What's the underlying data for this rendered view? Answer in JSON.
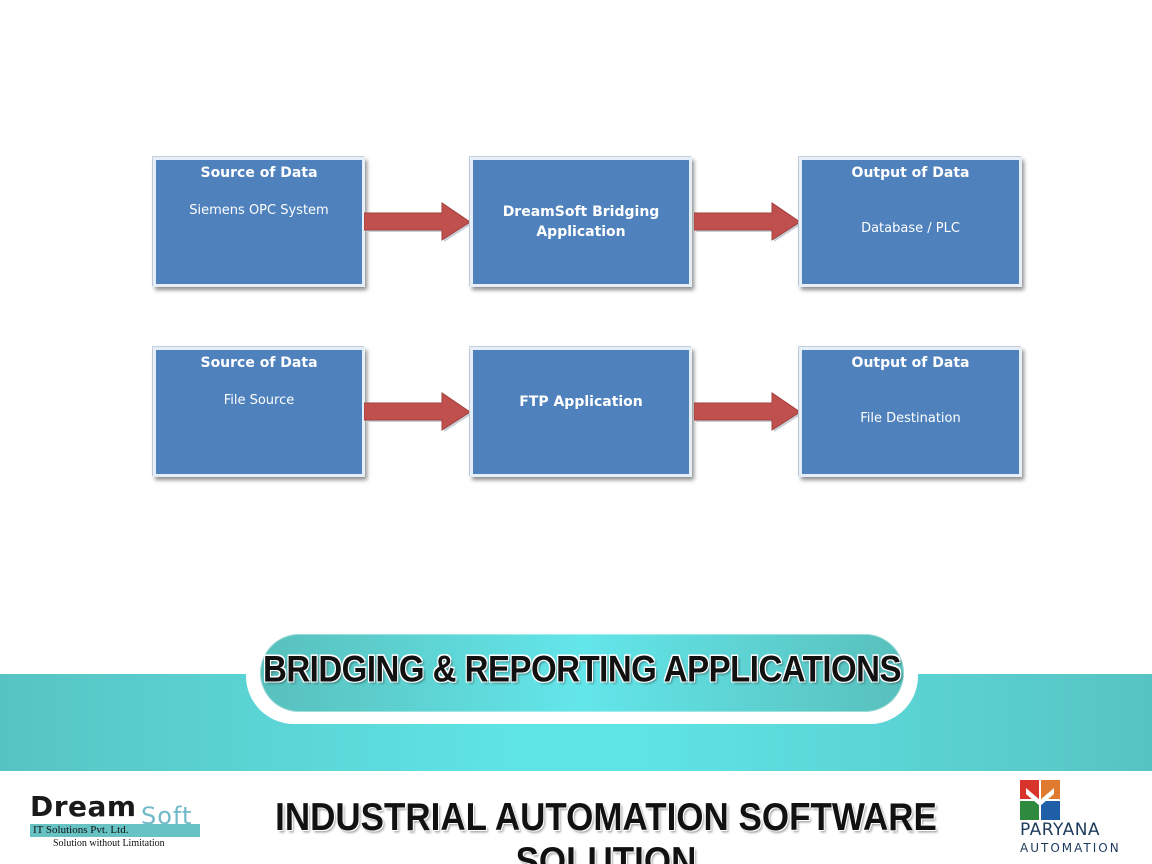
{
  "colors": {
    "box_fill": "#4f81bd",
    "arrow_fill": "#c0504d",
    "band_teal": "#5fe4e6"
  },
  "diagram": {
    "rows": [
      {
        "source": {
          "title": "Source of Data",
          "subtitle": "Siemens OPC System"
        },
        "application": {
          "label_line1": "DreamSoft Bridging",
          "label_line2": "Application"
        },
        "output": {
          "title": "Output of Data",
          "subtitle": "Database / PLC"
        }
      },
      {
        "source": {
          "title": "Source of Data",
          "subtitle": "File Source"
        },
        "application": {
          "label_line1": "FTP Application",
          "label_line2": ""
        },
        "output": {
          "title": "Output of Data",
          "subtitle": "File Destination"
        }
      }
    ]
  },
  "banner": {
    "heading": "BRIDGING & REPORTING APPLICATIONS"
  },
  "footer": {
    "title": "INDUSTRIAL AUTOMATION SOFTWARE SOLUTION",
    "dreamsoft_logo": {
      "word1": "Dream",
      "word2": "Soft",
      "company": "IT Solutions Pvt. Ltd.",
      "tagline": "Solution without Limitation"
    },
    "paryana_logo": {
      "name": "PARYANA",
      "sub": "AUTOMATION"
    }
  }
}
